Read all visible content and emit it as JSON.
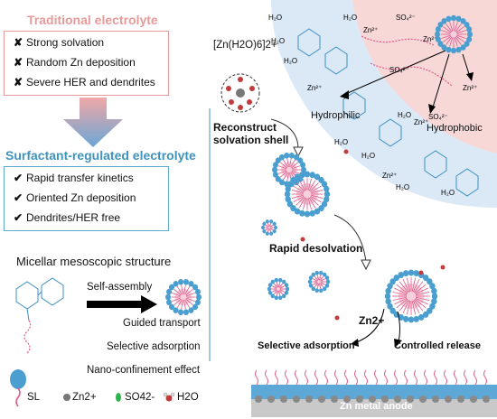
{
  "traditional": {
    "title": "Traditional electrolyte",
    "items": [
      "Strong solvation",
      "Random Zn deposition",
      "Severe HER and dendrites"
    ]
  },
  "surfactant": {
    "title": "Surfactant-regulated electrolyte",
    "items": [
      "Rapid transfer kinetics",
      "Oriented Zn deposition",
      "Dendrites/HER free"
    ]
  },
  "micellar": {
    "title": "Micellar mesoscopic structure",
    "arrow_label": "Self-assembly",
    "features": [
      "Guided transport",
      "Selective adsorption",
      "Nano-confinement effect"
    ]
  },
  "legend": {
    "sl": "SL",
    "zn": "Zn2+",
    "so4": "SO42-",
    "h2o": "H2O"
  },
  "center": {
    "complex": "[Zn(H2O)6]2+",
    "reconstruct": "Reconstruct solvation shell",
    "desolvation": "Rapid desolvation"
  },
  "top_right": {
    "hydrophilic": "Hydrophilic",
    "hydrophobic": "Hydrophobic"
  },
  "bottom_right": {
    "zn_label": "Zn2+",
    "selective": "Selective adsorption",
    "controlled": "Controlled release",
    "anode": "Zn metal anode"
  },
  "colors": {
    "traditional": "#e79a9a",
    "surfactant": "#3f94bf",
    "micelle_head": "#4a9fd0",
    "tail": "#e05a8a",
    "so4": "#2fb34a"
  }
}
